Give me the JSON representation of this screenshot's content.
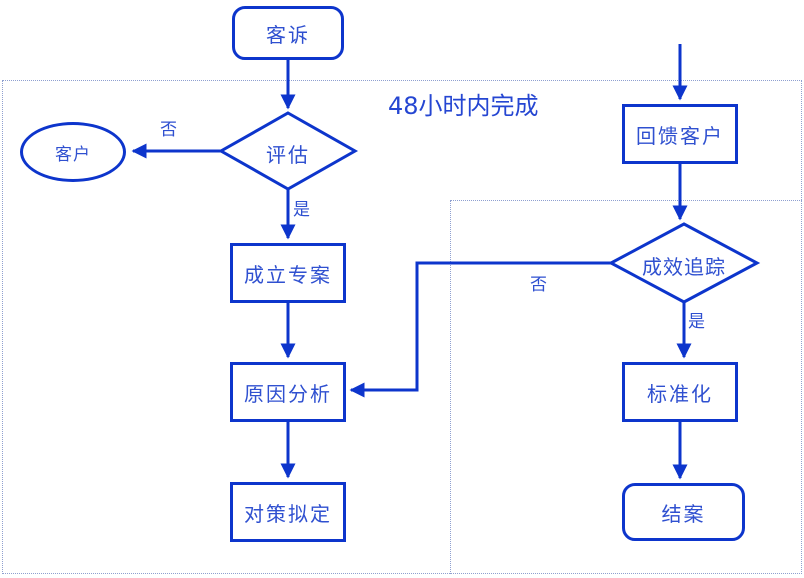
{
  "flowchart": {
    "region_label": "48小时内完成",
    "nodes": {
      "complaint": "客诉",
      "evaluate": "评估",
      "customer": "客户",
      "project": "成立专案",
      "analysis": "原因分析",
      "countermeasure": "对策拟定",
      "feedback": "回馈客户",
      "tracking": "成效追踪",
      "standardize": "标准化",
      "close": "结案"
    },
    "edge_labels": {
      "evaluate_no": "否",
      "evaluate_yes": "是",
      "tracking_no": "否",
      "tracking_yes": "是"
    },
    "colors": {
      "line_blue": "#0d35cc",
      "text_blue": "#2f50d0",
      "region_dotted_border": "#8fa0d0",
      "background": "#ffffff"
    }
  }
}
